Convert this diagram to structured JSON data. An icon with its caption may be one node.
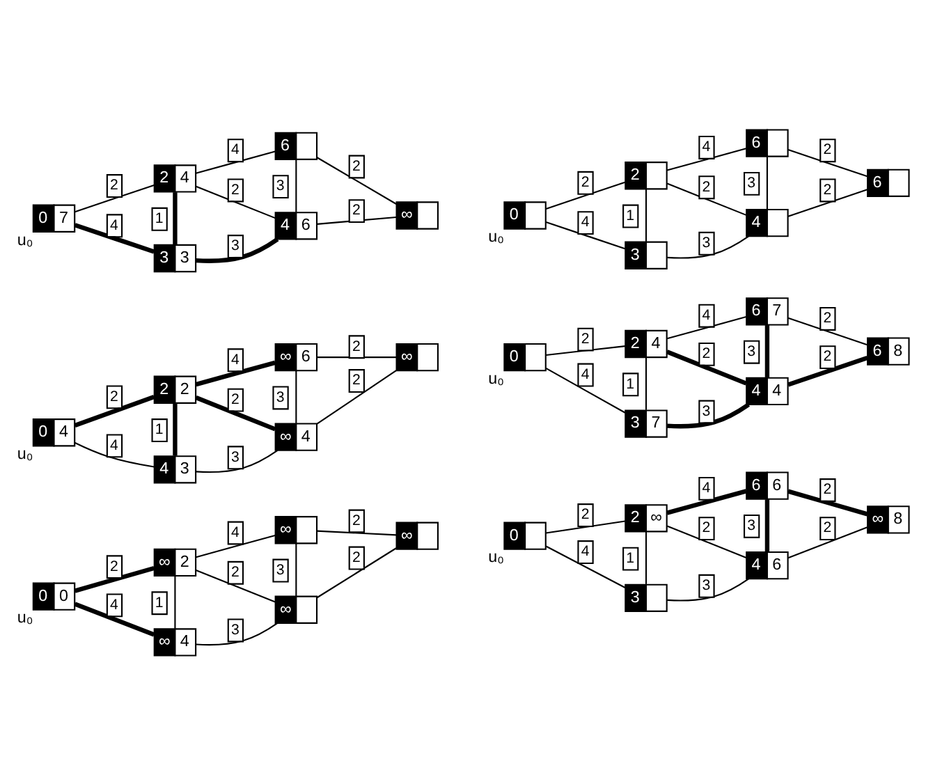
{
  "diagram": {
    "nodes": [
      {
        "text": [
          "∞",
          "2"
        ]
      },
      {
        "text": [
          "∞"
        ]
      },
      {
        "text": [
          "0",
          "0"
        ],
        "beside": [
          "u₀"
        ]
      },
      {
        "text": [
          "∞"
        ]
      },
      {
        "text": [
          "∞",
          "4"
        ]
      },
      {
        "text": [
          "∞"
        ]
      },
      {
        "text": [
          "2",
          "∞"
        ]
      },
      {
        "text": [
          "6",
          "6"
        ]
      },
      {
        "text": [
          "0"
        ],
        "beside": [
          "u₀"
        ]
      },
      {
        "text": [
          "∞",
          "8"
        ]
      },
      {
        "text": [
          "3"
        ]
      },
      {
        "text": [
          "4",
          "6"
        ]
      },
      {
        "text": [
          "2",
          "2"
        ]
      },
      {
        "text": [
          "∞",
          "6"
        ]
      },
      {
        "text": [
          "0",
          "4"
        ],
        "beside": [
          "u₀"
        ]
      },
      {
        "text": [
          "∞"
        ]
      },
      {
        "text": [
          "4",
          "3"
        ]
      },
      {
        "text": [
          "∞",
          "4"
        ]
      },
      {
        "text": [
          "2",
          "4"
        ]
      },
      {
        "text": [
          "6",
          "7"
        ]
      },
      {
        "text": [
          "0"
        ],
        "beside": [
          "u₀"
        ]
      },
      {
        "text": [
          "6",
          "8"
        ]
      },
      {
        "text": [
          "3",
          "7"
        ]
      },
      {
        "text": [
          "4",
          "4"
        ]
      },
      {
        "text": [
          "2",
          "4"
        ]
      },
      {
        "text": [
          "6"
        ]
      },
      {
        "text": [
          "0",
          "7"
        ],
        "beside": [
          "u₀"
        ]
      },
      {
        "text": [
          "∞"
        ]
      },
      {
        "text": [
          "3",
          "3"
        ]
      },
      {
        "text": [
          "4",
          "6"
        ]
      },
      {
        "text": [
          "2"
        ]
      },
      {
        "text": [
          "6"
        ]
      },
      {
        "text": [
          "0"
        ],
        "beside": [
          "u₀"
        ]
      },
      {
        "text": [
          "6"
        ]
      },
      {
        "text": [
          "3"
        ]
      },
      {
        "text": [
          "4"
        ]
      }
    ],
    "edges": [
      {
        "from": 2,
        "to": 0,
        "arrow": "none",
        "label": "2",
        "style": "thick"
      },
      {
        "from": 2,
        "to": 4,
        "arrow": "none",
        "label": "4",
        "style": "thick"
      },
      {
        "from": 0,
        "to": 1,
        "arrow": "none",
        "label": "4"
      },
      {
        "from": 0,
        "to": 4,
        "arrow": "none",
        "label": "1"
      },
      {
        "from": 0,
        "to": 5,
        "arrow": "none",
        "label": "2"
      },
      {
        "from": 4,
        "to": 5,
        "arrow": "none",
        "label": "3"
      },
      {
        "from": 1,
        "to": 5,
        "arrow": "none",
        "label": "3"
      },
      {
        "from": 1,
        "to": 3,
        "arrow": "none",
        "label": "2"
      },
      {
        "from": 5,
        "to": 3,
        "arrow": "none",
        "label": "2"
      },
      {
        "from": 8,
        "to": 6,
        "arrow": "none",
        "label": "2"
      },
      {
        "from": 8,
        "to": 10,
        "arrow": "none",
        "label": "4"
      },
      {
        "from": 6,
        "to": 7,
        "arrow": "none",
        "label": "4",
        "style": "thick"
      },
      {
        "from": 6,
        "to": 10,
        "arrow": "none",
        "label": "1"
      },
      {
        "from": 6,
        "to": 11,
        "arrow": "none",
        "label": "2"
      },
      {
        "from": 10,
        "to": 11,
        "arrow": "none",
        "label": "3"
      },
      {
        "from": 7,
        "to": 11,
        "arrow": "none",
        "label": "3",
        "style": "thick"
      },
      {
        "from": 7,
        "to": 9,
        "arrow": "none",
        "label": "2",
        "style": "thick"
      },
      {
        "from": 11,
        "to": 9,
        "arrow": "none",
        "label": "2"
      },
      {
        "from": 14,
        "to": 12,
        "arrow": "none",
        "label": "2",
        "style": "thick"
      },
      {
        "from": 14,
        "to": 16,
        "arrow": "none",
        "label": "4"
      },
      {
        "from": 12,
        "to": 13,
        "arrow": "none",
        "label": "4",
        "style": "thick"
      },
      {
        "from": 12,
        "to": 16,
        "arrow": "none",
        "label": "1",
        "style": "thick"
      },
      {
        "from": 12,
        "to": 17,
        "arrow": "none",
        "label": "2",
        "style": "thick"
      },
      {
        "from": 16,
        "to": 17,
        "arrow": "none",
        "label": "3"
      },
      {
        "from": 13,
        "to": 17,
        "arrow": "none",
        "label": "3"
      },
      {
        "from": 13,
        "to": 15,
        "arrow": "none",
        "label": "2"
      },
      {
        "from": 17,
        "to": 15,
        "arrow": "none",
        "label": "2"
      },
      {
        "from": 20,
        "to": 18,
        "arrow": "none",
        "label": "2"
      },
      {
        "from": 20,
        "to": 22,
        "arrow": "none",
        "label": "4"
      },
      {
        "from": 18,
        "to": 19,
        "arrow": "none",
        "label": "4"
      },
      {
        "from": 18,
        "to": 22,
        "arrow": "none",
        "label": "1"
      },
      {
        "from": 18,
        "to": 23,
        "arrow": "none",
        "label": "2",
        "style": "thick"
      },
      {
        "from": 22,
        "to": 23,
        "arrow": "none",
        "label": "3",
        "style": "thick"
      },
      {
        "from": 19,
        "to": 23,
        "arrow": "none",
        "label": "3",
        "style": "thick"
      },
      {
        "from": 19,
        "to": 21,
        "arrow": "none",
        "label": "2"
      },
      {
        "from": 23,
        "to": 21,
        "arrow": "none",
        "label": "2",
        "style": "thick"
      },
      {
        "from": 26,
        "to": 24,
        "arrow": "none",
        "label": "2"
      },
      {
        "from": 26,
        "to": 28,
        "arrow": "none",
        "label": "4",
        "style": "thick"
      },
      {
        "from": 24,
        "to": 25,
        "arrow": "none",
        "label": "4"
      },
      {
        "from": 24,
        "to": 28,
        "arrow": "none",
        "label": "1",
        "style": "thick"
      },
      {
        "from": 24,
        "to": 29,
        "arrow": "none",
        "label": "2"
      },
      {
        "from": 28,
        "to": 29,
        "arrow": "none",
        "label": "3",
        "style": "thick"
      },
      {
        "from": 25,
        "to": 29,
        "arrow": "none",
        "label": "3"
      },
      {
        "from": 25,
        "to": 27,
        "arrow": "none",
        "label": "2"
      },
      {
        "from": 29,
        "to": 27,
        "arrow": "none",
        "label": "2"
      },
      {
        "from": 32,
        "to": 30,
        "arrow": "none",
        "label": "2"
      },
      {
        "from": 32,
        "to": 34,
        "arrow": "none",
        "label": "4"
      },
      {
        "from": 30,
        "to": 31,
        "arrow": "none",
        "label": "4"
      },
      {
        "from": 30,
        "to": 34,
        "arrow": "none",
        "label": "1"
      },
      {
        "from": 30,
        "to": 35,
        "arrow": "none",
        "label": "2"
      },
      {
        "from": 34,
        "to": 35,
        "arrow": "none",
        "label": "3"
      },
      {
        "from": 31,
        "to": 35,
        "arrow": "none",
        "label": "3"
      },
      {
        "from": 31,
        "to": 33,
        "arrow": "none",
        "label": "2"
      },
      {
        "from": 35,
        "to": 33,
        "arrow": "none",
        "label": "2"
      }
    ]
  }
}
